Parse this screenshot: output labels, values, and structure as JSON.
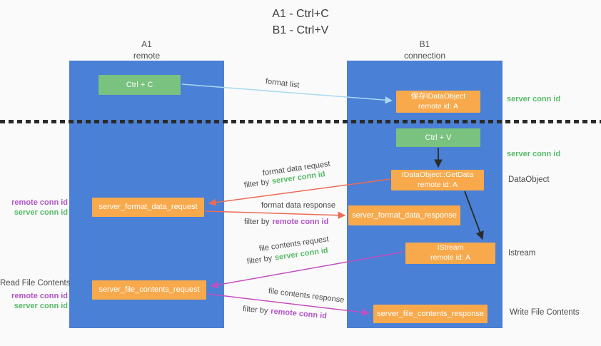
{
  "title": {
    "line1": "A1 - Ctrl+C",
    "line2": "B1 - Ctrl+V"
  },
  "lanes": {
    "a": {
      "id": "A1",
      "name": "remote"
    },
    "b": {
      "id": "B1",
      "name": "connection"
    }
  },
  "nodes": {
    "ctrl_c": {
      "label": "Ctrl + C"
    },
    "save_dataobject": {
      "line1": "保存IDataObject",
      "line2": "remote id: A"
    },
    "ctrl_v": {
      "label": "Ctrl + V"
    },
    "getdata": {
      "line1": "IDataObject::GetData",
      "line2": "remote id: A"
    },
    "format_request": {
      "label": "server_format_data_request"
    },
    "format_response": {
      "label": "server_format_data_response"
    },
    "istream": {
      "line1": "IStream",
      "line2": "remote id: A"
    },
    "file_request": {
      "label": "server_file_contents_request"
    },
    "file_response": {
      "label": "server_file_contents_response"
    }
  },
  "keys": {
    "server_conn_id": "server conn id",
    "remote_conn_id": "remote conn id"
  },
  "annotations": {
    "dataobject": "DataObject",
    "istream": "Istream",
    "write_file_contents": "Write File Contents",
    "read_file_contents": "Read File Contents"
  },
  "flows": {
    "format_list": {
      "label": "format list"
    },
    "format_data_request": {
      "label": "format data request",
      "filter_prefix": "filter by"
    },
    "format_data_response": {
      "label": "format data response",
      "filter_prefix": "filter by"
    },
    "file_contents_request": {
      "label": "file contents request",
      "filter_prefix": "filter by"
    },
    "file_contents_response": {
      "label": "file contents response",
      "filter_prefix": "filter by"
    }
  },
  "colors": {
    "lane_blue": "#4a80d5",
    "node_orange": "#f7a94c",
    "node_green": "#79c27f",
    "key_green": "#56bb68",
    "key_purple": "#b254c8",
    "arrow_red": "#ed6a56",
    "arrow_magenta": "#c24fc2",
    "arrow_light_blue": "#a9d9f0",
    "arrow_black": "#2b2b2b",
    "background": "#fafafa"
  }
}
